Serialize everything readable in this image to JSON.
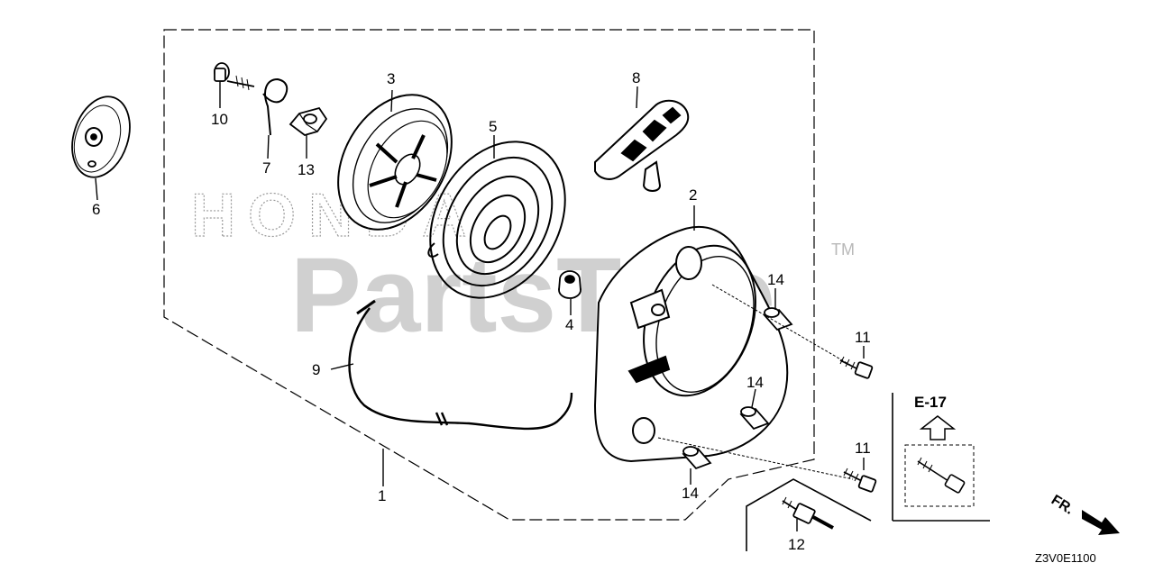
{
  "watermark": {
    "brand": "HONDA",
    "site": "PartsTree",
    "trademark": "TM"
  },
  "callouts": {
    "p1": "1",
    "p2": "2",
    "p3": "3",
    "p4": "4",
    "p5": "5",
    "p6": "6",
    "p7": "7",
    "p8": "8",
    "p9": "9",
    "p10": "10",
    "p11a": "11",
    "p11b": "11",
    "p12": "12",
    "p13": "13",
    "p14a": "14",
    "p14b": "14",
    "p14c": "14"
  },
  "reference": {
    "label": "E-17"
  },
  "direction": {
    "label": "FR."
  },
  "diagram_code": "Z3V0E1100",
  "colors": {
    "line": "#000000",
    "watermark": "#c8c8c8"
  }
}
